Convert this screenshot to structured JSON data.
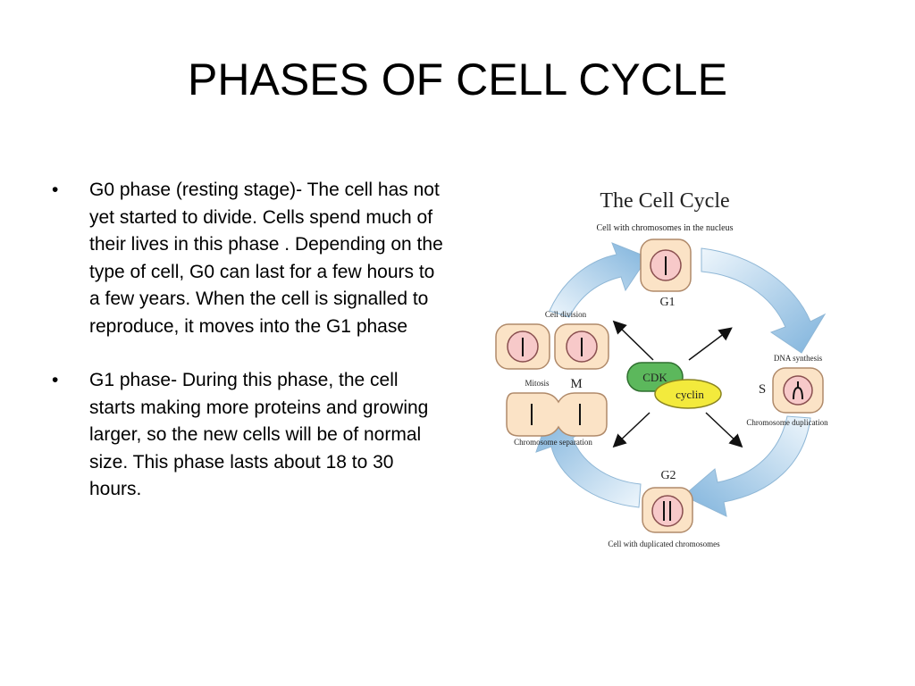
{
  "slide": {
    "title": "PHASES OF CELL CYCLE",
    "bullets": [
      {
        "mark": "•",
        "text": "G0 phase (resting stage)- The cell has not yet started to divide. Cells spend much of their lives in this phase . Depending on the type of cell, G0 can last for a few hours to a few years. When the cell is signalled to reproduce, it moves into the G1 phase"
      },
      {
        "mark": "•",
        "text": "G1 phase- During this phase, the cell starts making more proteins and growing larger, so the new cells will be of normal size. This phase lasts about 18 to 30 hours."
      }
    ]
  },
  "diagram": {
    "title": "The Cell Cycle",
    "top_caption": "Cell with chromosomes in the nucleus",
    "g1_label": "G1",
    "s_label": "S",
    "dna_synthesis": "DNA synthesis",
    "chromosome_duplication": "Chromosome duplication",
    "g2_label": "G2",
    "bottom_caption": "Cell with duplicated chromosomes",
    "cell_division": "Cell division",
    "mitosis": "Mitosis",
    "m_label": "M",
    "chromosome_separation": "Chromosome separation",
    "cdk": "CDK",
    "cyclin": "cyclin",
    "colors": {
      "cell_fill": "#fbe3c6",
      "cell_stroke": "#b08a6a",
      "nucleus_fill": "#f7c9c9",
      "arrow_light": "#d9ecf8",
      "arrow_dark": "#7fb3dc",
      "cdk_fill": "#5cb85c",
      "cyclin_fill": "#f3ea3c"
    }
  }
}
